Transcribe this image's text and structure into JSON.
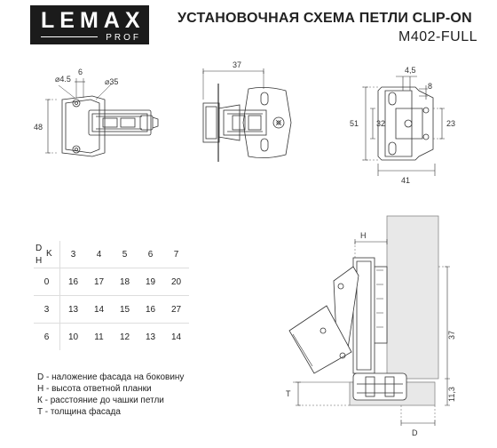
{
  "logo": {
    "brand": "LEMAX",
    "sub": "PROF"
  },
  "title": "УСТАНОВОЧНАЯ СХЕМА ПЕТЛИ CLIP-ON",
  "model": "M402-FULL",
  "dims": {
    "d45a": "⌀4.5",
    "d6": "6",
    "d35": "⌀35",
    "d48": "48",
    "d37": "37",
    "d45b": "4,5",
    "d8": "8",
    "d51": "51",
    "d32": "32",
    "d23": "23",
    "d41": "41",
    "H": "H",
    "v37": "37",
    "T": "T",
    "v113": "11,3",
    "D": "D"
  },
  "table": {
    "corner": {
      "d": "D",
      "k": "K",
      "h": "H"
    },
    "columns": [
      "3",
      "4",
      "5",
      "6",
      "7"
    ],
    "rows": [
      {
        "h": "0",
        "cells": [
          "16",
          "17",
          "18",
          "19",
          "20"
        ]
      },
      {
        "h": "3",
        "cells": [
          "13",
          "14",
          "15",
          "16",
          "27"
        ]
      },
      {
        "h": "6",
        "cells": [
          "10",
          "11",
          "12",
          "13",
          "14"
        ]
      }
    ]
  },
  "legend": [
    "D - наложение фасада на боковину",
    "H - высота ответной планки",
    "К - расстояние до чашки петли",
    "T - толщина фасада"
  ]
}
